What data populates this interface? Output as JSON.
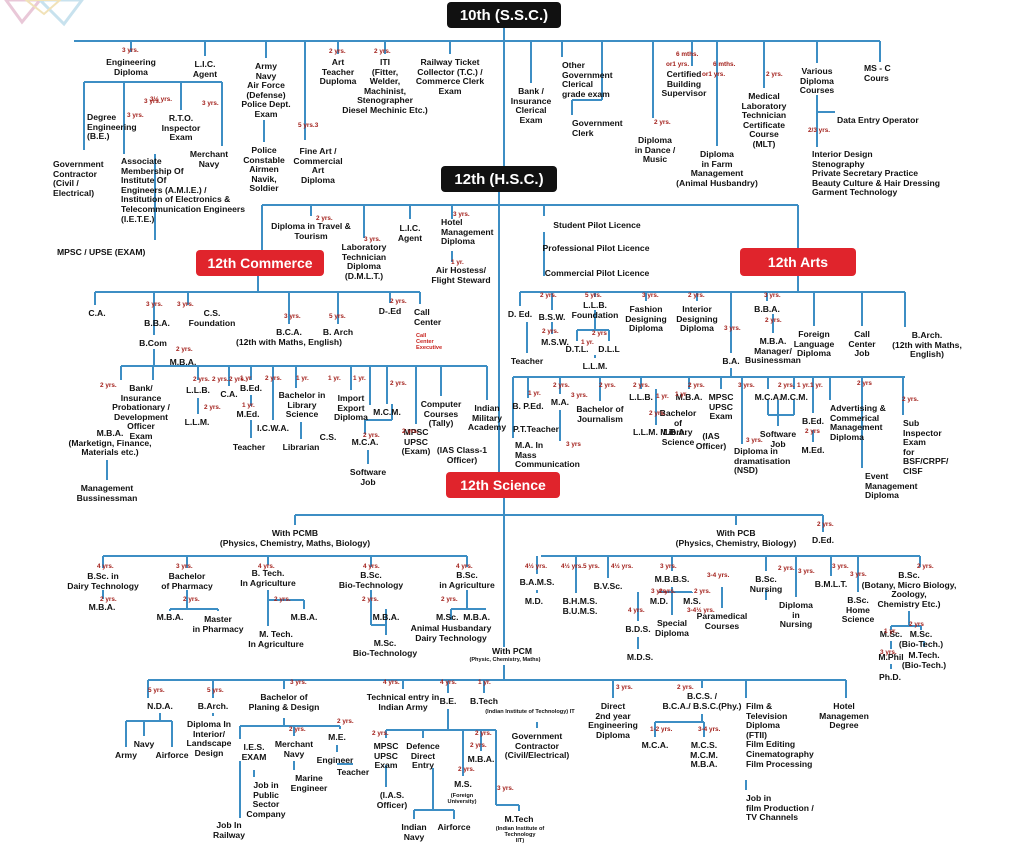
{
  "colors": {
    "wire": "#3d8ec4",
    "header_black": "#111111",
    "header_red": "#e0242c",
    "duration": "#a3211c"
  },
  "headers": [
    {
      "id": "h10",
      "text": "10th (S.S.C.)",
      "style": "black"
    },
    {
      "id": "h12",
      "text": "12th (H.S.C.)",
      "style": "black"
    },
    {
      "id": "hcom",
      "text": "12th Commerce",
      "style": "red"
    },
    {
      "id": "harts",
      "text": "12th Arts",
      "style": "red"
    },
    {
      "id": "hsci",
      "text": "12th Science",
      "style": "red"
    }
  ],
  "nodes": [
    {
      "id": "n1",
      "text": "Engineering\nDiploma"
    },
    {
      "id": "n2",
      "text": "L.I.C.\nAgent"
    },
    {
      "id": "n3",
      "text": "Army\nNavy\nAir Force\n(Defense)\nPolice Dept.\nExam"
    },
    {
      "id": "n4",
      "text": "Art\nTeacher\nDuploma"
    },
    {
      "id": "n5",
      "text": "ITI\n(Fitter,\nWelder,\nMachinist,\nStenographer\nDiesel Mechinic Etc.)"
    },
    {
      "id": "n6",
      "text": "Railway Ticket\nCollector (T.C.) /\nCommerce Clerk\nExam"
    },
    {
      "id": "n7",
      "text": "Bank /\nInsurance\nClerical\nExam"
    },
    {
      "id": "n8",
      "text": "Other\nGovernment\nClerical\ngrade exam",
      "align": "l"
    },
    {
      "id": "n9",
      "text": "Government\nClerk",
      "align": "l"
    },
    {
      "id": "n10",
      "text": "Certified\nBuilding\nSupervisor"
    },
    {
      "id": "n11",
      "text": "Diploma\nin Dance /\nMusic"
    },
    {
      "id": "n12",
      "text": "Diploma\nin Farm\nManagement\n(Animal Husbandry)"
    },
    {
      "id": "n13",
      "text": "Medical\nLaboratory\nTechnician\nCertificate\nCourse\n(MLT)"
    },
    {
      "id": "n14",
      "text": "Various\nDiploma\nCourses"
    },
    {
      "id": "n15",
      "text": "MS - C\nCours",
      "align": "l"
    },
    {
      "id": "n16",
      "text": "Data Entry Operator",
      "align": "l"
    },
    {
      "id": "n17",
      "text": "Interior Design\nStenography\nPrivate Secretary Practice\nBeauty Culture & Hair Dressing\nGarment Technology",
      "align": "l"
    },
    {
      "id": "n18",
      "text": "Degree\nEngineering\n(B.E.)",
      "align": "l"
    },
    {
      "id": "n19",
      "text": "R.T.O.\nInspector\nExam"
    },
    {
      "id": "n20",
      "text": "Merchant\nNavy"
    },
    {
      "id": "n21",
      "text": "Government\nContractor\n(Civil /\nElectrical)",
      "align": "l"
    },
    {
      "id": "n22",
      "text": "Associate\nMembership Of\nInstitute Of\nEngineers (A.M.I.E.) /\nInstitution of Electronics &\nTelecommunication Engineers\n(I.E.T.E.)",
      "align": "l"
    },
    {
      "id": "n23",
      "text": "Police\nConstable\nAirmen\nNavik,\nSoldier"
    },
    {
      "id": "n24",
      "text": "Fine Art /\nCommercial\nArt\nDiploma"
    },
    {
      "id": "n25",
      "text": "MPSC / UPSE (EXAM)",
      "align": "l"
    },
    {
      "id": "n26",
      "text": "Diploma in Travel &\nTourism"
    },
    {
      "id": "n27",
      "text": "Laboratory\nTechnician\nDiploma\n(D.M.L.T.)"
    },
    {
      "id": "n28",
      "text": "L.I.C.\nAgent"
    },
    {
      "id": "n29",
      "text": "Hotel\nManagement\nDiploma",
      "align": "l"
    },
    {
      "id": "n30",
      "text": "Air Hostess/\nFlight Steward"
    },
    {
      "id": "n31",
      "text": "Student Pilot Licence"
    },
    {
      "id": "n32",
      "text": "Professional Pilot Licence"
    },
    {
      "id": "n33",
      "text": "Commercial Pilot Licence"
    },
    {
      "id": "n34",
      "text": "C.A."
    },
    {
      "id": "n35",
      "text": "B.B.A."
    },
    {
      "id": "n36",
      "text": "C.S.\nFoundation"
    },
    {
      "id": "n37",
      "text": "B.C.A.\n(12th with Maths, English)"
    },
    {
      "id": "n38",
      "text": "B. Arch"
    },
    {
      "id": "n39",
      "text": "D-.Ed"
    },
    {
      "id": "n40",
      "text": "Call\nCenter",
      "align": "l"
    },
    {
      "id": "n41",
      "text": "B.Com"
    },
    {
      "id": "n42",
      "text": "M.B.A."
    },
    {
      "id": "n43",
      "text": "M.B.A.\n(Marketign, Finance,\nMaterials etc.)"
    },
    {
      "id": "n44",
      "text": "Management\nBussinessman"
    },
    {
      "id": "n45",
      "text": "Bank/\nInsurance\nProbationary /\nDevelopment\nOfficer\nExam"
    },
    {
      "id": "n46",
      "text": "L.L.B."
    },
    {
      "id": "n47",
      "text": "L.L.M."
    },
    {
      "id": "n48",
      "text": "C.A."
    },
    {
      "id": "n49",
      "text": "B.Ed."
    },
    {
      "id": "n50",
      "text": "M.Ed."
    },
    {
      "id": "n51",
      "text": "Teacher"
    },
    {
      "id": "n52",
      "text": "I.C.W.A."
    },
    {
      "id": "n53",
      "text": "Bachelor in\nLibrary\nScience"
    },
    {
      "id": "n54",
      "text": "Librarian"
    },
    {
      "id": "n55",
      "text": "C.S."
    },
    {
      "id": "n56",
      "text": "Import\nExport\nDiploma"
    },
    {
      "id": "n57",
      "text": "M.C.A."
    },
    {
      "id": "n58",
      "text": "Software\nJob"
    },
    {
      "id": "n59",
      "text": "M.C.M."
    },
    {
      "id": "n60",
      "text": "MPSC\nUPSC\n(Exam)"
    },
    {
      "id": "n61",
      "text": "Computer\nCourses\n(Tally)"
    },
    {
      "id": "n62",
      "text": "Indian\nMilitary\nAcademy"
    },
    {
      "id": "n63",
      "text": "(IAS Class-1\nOfficer)"
    },
    {
      "id": "n64",
      "text": "D. Ed."
    },
    {
      "id": "n65",
      "text": "Teacher"
    },
    {
      "id": "n66",
      "text": "B.S.W."
    },
    {
      "id": "n67",
      "text": "M.S.W."
    },
    {
      "id": "n68",
      "text": "L.L.B.\nFoundation"
    },
    {
      "id": "n69",
      "text": "D.T.L."
    },
    {
      "id": "n70",
      "text": "D.L.L"
    },
    {
      "id": "n71",
      "text": "L.L.M."
    },
    {
      "id": "n72",
      "text": "Fashion\nDesigning\nDiploma"
    },
    {
      "id": "n73",
      "text": "Interior\nDesigning\nDiploma"
    },
    {
      "id": "n74",
      "text": "B.A."
    },
    {
      "id": "n75",
      "text": "B.B.A."
    },
    {
      "id": "n76",
      "text": "M.B.A.\nManager/\nBusinessman"
    },
    {
      "id": "n77",
      "text": "Foreign\nLanguage\nDiploma"
    },
    {
      "id": "n78",
      "text": "Call\nCenter\nJob"
    },
    {
      "id": "n79",
      "text": "B.Arch.\n(12th with Maths,\nEnglish)"
    },
    {
      "id": "n80",
      "text": "B. P.Ed."
    },
    {
      "id": "n81",
      "text": "P.T.Teacher"
    },
    {
      "id": "n82",
      "text": "M.A."
    },
    {
      "id": "n83",
      "text": "M.A. In\nMass\nCommunication",
      "align": "l"
    },
    {
      "id": "n84",
      "text": "Bachelor of\nJournalism"
    },
    {
      "id": "n85",
      "text": "L.L.B."
    },
    {
      "id": "n86",
      "text": "L.L.M. M.B.A."
    },
    {
      "id": "n87",
      "text": "M.B.A."
    },
    {
      "id": "n88",
      "text": "Bachelor\nof\nLibrary\nScience"
    },
    {
      "id": "n89",
      "text": "MPSC\nUPSC\nExam"
    },
    {
      "id": "n90",
      "text": "(IAS\nOfficer)"
    },
    {
      "id": "n91",
      "text": "Diploma in\ndramatisation\n(NSD)",
      "align": "l"
    },
    {
      "id": "n92",
      "text": "M.C.A."
    },
    {
      "id": "n93",
      "text": "M.C.M."
    },
    {
      "id": "n94",
      "text": "Software\nJob"
    },
    {
      "id": "n95",
      "text": "B.Ed."
    },
    {
      "id": "n96",
      "text": "M.Ed."
    },
    {
      "id": "n97",
      "text": "Advertising &\nCommerical\nManagement\nDiploma",
      "align": "l"
    },
    {
      "id": "n98",
      "text": "Sub\nInspector\nExam\nfor\nBSF/CRPF/\nCISF",
      "align": "l"
    },
    {
      "id": "n99",
      "text": "Event\nManagement\nDiploma",
      "align": "l"
    },
    {
      "id": "n100",
      "text": "With PCMB\n(Physics, Chemistry, Maths, Biology)"
    },
    {
      "id": "n101",
      "text": "With PCB\n(Physics, Chemistry, Biology)"
    },
    {
      "id": "n102",
      "text": "D.Ed."
    },
    {
      "id": "n103",
      "text": "B.Sc. in\nDairy Technology"
    },
    {
      "id": "n104",
      "text": "M.B.A."
    },
    {
      "id": "n105",
      "text": "Bachelor\nof Pharmacy"
    },
    {
      "id": "n106",
      "text": "M.B.A."
    },
    {
      "id": "n107",
      "text": "Master\nin Pharmacy"
    },
    {
      "id": "n108",
      "text": "B. Tech.\nIn Agriculture"
    },
    {
      "id": "n109",
      "text": "M.B.A."
    },
    {
      "id": "n110",
      "text": "M. Tech.\nIn Agriculture"
    },
    {
      "id": "n111",
      "text": "B.Sc.\nBio-Technology"
    },
    {
      "id": "n112",
      "text": "M.B.A."
    },
    {
      "id": "n113",
      "text": "M.Sc.\nBio-Technology"
    },
    {
      "id": "n114",
      "text": "B.Sc.\nin Agriculture"
    },
    {
      "id": "n115",
      "text": "M.Sc.  M.B.A."
    },
    {
      "id": "n116",
      "text": "Animal Husbandary\nDairy Technology"
    },
    {
      "id": "n117",
      "text": "B.A.M.S."
    },
    {
      "id": "n118",
      "text": "M.D."
    },
    {
      "id": "n119",
      "text": "B.H.M.S.\nB.U.M.S."
    },
    {
      "id": "n120",
      "text": "B.V.Sc."
    },
    {
      "id": "n121",
      "text": "M.B.B.S."
    },
    {
      "id": "n122",
      "text": "M.D."
    },
    {
      "id": "n123",
      "text": "M.S."
    },
    {
      "id": "n124",
      "text": "Special\nDiploma"
    },
    {
      "id": "n125",
      "text": "B.D.S."
    },
    {
      "id": "n126",
      "text": "M.D.S."
    },
    {
      "id": "n127",
      "text": "Paramedical\nCourses"
    },
    {
      "id": "n128",
      "text": "B.Sc.\nNursing"
    },
    {
      "id": "n129",
      "text": "Diploma\nin\nNursing"
    },
    {
      "id": "n130",
      "text": "B.M.L.T."
    },
    {
      "id": "n131",
      "text": "B.Sc.\nHome\nScience"
    },
    {
      "id": "n132",
      "text": "B.Sc.\n(Botany, Micro Biology,\nZoology,\nChemistry Etc.)"
    },
    {
      "id": "n133",
      "text": "M.Sc."
    },
    {
      "id": "n134",
      "text": "M.Sc.\n(Bio-Tech.)"
    },
    {
      "id": "n135",
      "text": "M.Phil"
    },
    {
      "id": "n136",
      "text": "Ph.D."
    },
    {
      "id": "n137",
      "text": "M.Tech.\n(Bio-Tech.)"
    },
    {
      "id": "n138",
      "text": "With PCM"
    },
    {
      "id": "n139",
      "text": "(Physic, Chemistry, Maths)",
      "small": true
    },
    {
      "id": "n140",
      "text": "N.D.A."
    },
    {
      "id": "n141",
      "text": "Navy"
    },
    {
      "id": "n142",
      "text": "Army"
    },
    {
      "id": "n143",
      "text": "Airforce"
    },
    {
      "id": "n144",
      "text": "B.Arch."
    },
    {
      "id": "n145",
      "text": "Diploma In\nInterior/\nLandscape\nDesign"
    },
    {
      "id": "n146",
      "text": "Bachelor of\nPlaning & Design"
    },
    {
      "id": "n147",
      "text": "I.E.S.\nEXAM"
    },
    {
      "id": "n148",
      "text": "Job In\nRailway"
    },
    {
      "id": "n149",
      "text": "Merchant\nNavy"
    },
    {
      "id": "n150",
      "text": "Marine\nEngineer"
    },
    {
      "id": "n151",
      "text": "Job in\nPublic\nSector\nCompany"
    },
    {
      "id": "n152",
      "text": "Technical entry in\nIndian Army"
    },
    {
      "id": "n153",
      "text": "M.E."
    },
    {
      "id": "n154",
      "text": "Engineer"
    },
    {
      "id": "n155",
      "text": "Teacher"
    },
    {
      "id": "n156",
      "text": "B.E."
    },
    {
      "id": "n157",
      "text": "MPSC\nUPSC\nExam"
    },
    {
      "id": "n158",
      "text": "(I.A.S.\nOfficer)"
    },
    {
      "id": "n159",
      "text": "Defence\nDirect\nEntry"
    },
    {
      "id": "n160",
      "text": "Indian\nNavy"
    },
    {
      "id": "n161",
      "text": "Airforce"
    },
    {
      "id": "n162",
      "text": "M.S."
    },
    {
      "id": "n163",
      "text": "(Foreign\nUniversity)",
      "small": true
    },
    {
      "id": "n164",
      "text": "M.B.A."
    },
    {
      "id": "n165",
      "text": "B.Tech"
    },
    {
      "id": "n166",
      "text": "(Indian Institute of Technology) IT",
      "small": true
    },
    {
      "id": "n167",
      "text": "Government\nContractor\n(Civil/Electrical)"
    },
    {
      "id": "n168",
      "text": "M.Tech"
    },
    {
      "id": "n169",
      "text": "(Indian Institute of\nTechnology\nIIT)",
      "small": true
    },
    {
      "id": "n170",
      "text": "Direct\n2nd year\nEngineering\nDiploma"
    },
    {
      "id": "n171",
      "text": "B.C.S. /\nB.C.A./ B.S.C.(Phy.)"
    },
    {
      "id": "n172",
      "text": "M.C.A."
    },
    {
      "id": "n173",
      "text": "M.C.S.\nM.C.M.\nM.B.A."
    },
    {
      "id": "n174",
      "text": "Film &\nTelevision\nDiploma\n(FTII)\nFilm Editing\nCinematography\nFilm Processing",
      "align": "l"
    },
    {
      "id": "n175",
      "text": "Job in\nfilm Production /\nTV Channels",
      "align": "l"
    },
    {
      "id": "n176",
      "text": "Hotel\nManagemen\nDegree"
    }
  ],
  "red_notes": [
    {
      "id": "r1",
      "text": "Call\nCenter\nExecutive"
    }
  ],
  "durations": [
    "3 yrs.",
    "3 yrs.",
    "3 yrs.",
    "3½ yrs.",
    "3 yrs.",
    "2 yrs.",
    "2 yrs.",
    "5 yrs.3",
    "6 mths.",
    "or1 yrs.",
    "6 mths.",
    "or1 yrs.",
    "2 yrs.",
    "2 yrs.",
    "2/3 yrs.",
    "2 yrs.",
    "3 yrs.",
    "3 yrs.",
    "1 yr.",
    "3 yrs.",
    "3 yrs.",
    "3 yrs.",
    "5 yrs.",
    "2 yrs.",
    "2 yrs.",
    "2 yrs.",
    "2 yrs.",
    "2 yrs.",
    "2 yrs.",
    "2 yrs.",
    "1 yr",
    "1 yr.",
    "2 yrs.",
    "1 yr.",
    "1 yr.",
    "1 yr.",
    "2 yrs.",
    "2 yrs.",
    "2 yrs.",
    "2 yrs.",
    "5 yrs.",
    "2 yrs.",
    "1 yr.",
    "2 yrs",
    "3 yrs.",
    "2 yrs.",
    "3 yrs.",
    "3 yrs.",
    "2 yrs.",
    "1 yr.",
    "2 yrs.",
    "2 yrs.",
    "3 yrs.",
    "2 yrs.",
    "1 yr.",
    "2 yrs.",
    "1 yr",
    "2 yrs.",
    "3 yrs.",
    "3 yrs.",
    "2 yrs.",
    "1 yr.",
    "1 yr.",
    "2 yrs",
    "2 yrs",
    "2 yrs.",
    "3 yrs",
    "4 yrs.",
    "3 yrs.",
    "4 yrs.",
    "4 yrs.",
    "4 yrs.",
    "2 yrs.",
    "2 yrs.",
    "2 yrs.",
    "2 yrs.",
    "2 yrs.",
    "4½ yrs.",
    "4½ yrs.",
    "5 yrs.",
    "4½ yrs.",
    "3 yrs.",
    "3 yrs.",
    "2 yrs.",
    "2 yrs.",
    "4 yrs.",
    "3-4½ yrs.",
    "3-4 yrs.",
    "2 yrs.",
    "3 yrs.",
    "3 yrs.",
    "3 yrs.",
    "2 yrs.",
    "2 yrs.",
    "1 yr.",
    "2 yrs",
    "3 yrs.",
    "5 yrs.",
    "5 yrs.",
    "3 yrs.",
    "4 yrs.",
    "4 yrs.",
    "1 yr.",
    "2 yrs.",
    "2 yrs.",
    "2 yrs.",
    "2 yrs.",
    "2 yrs.",
    "2 yrs.",
    "3 yrs.",
    "3 yrs.",
    "2 yrs.",
    "1-2 yrs.",
    "3-4 yrs."
  ]
}
